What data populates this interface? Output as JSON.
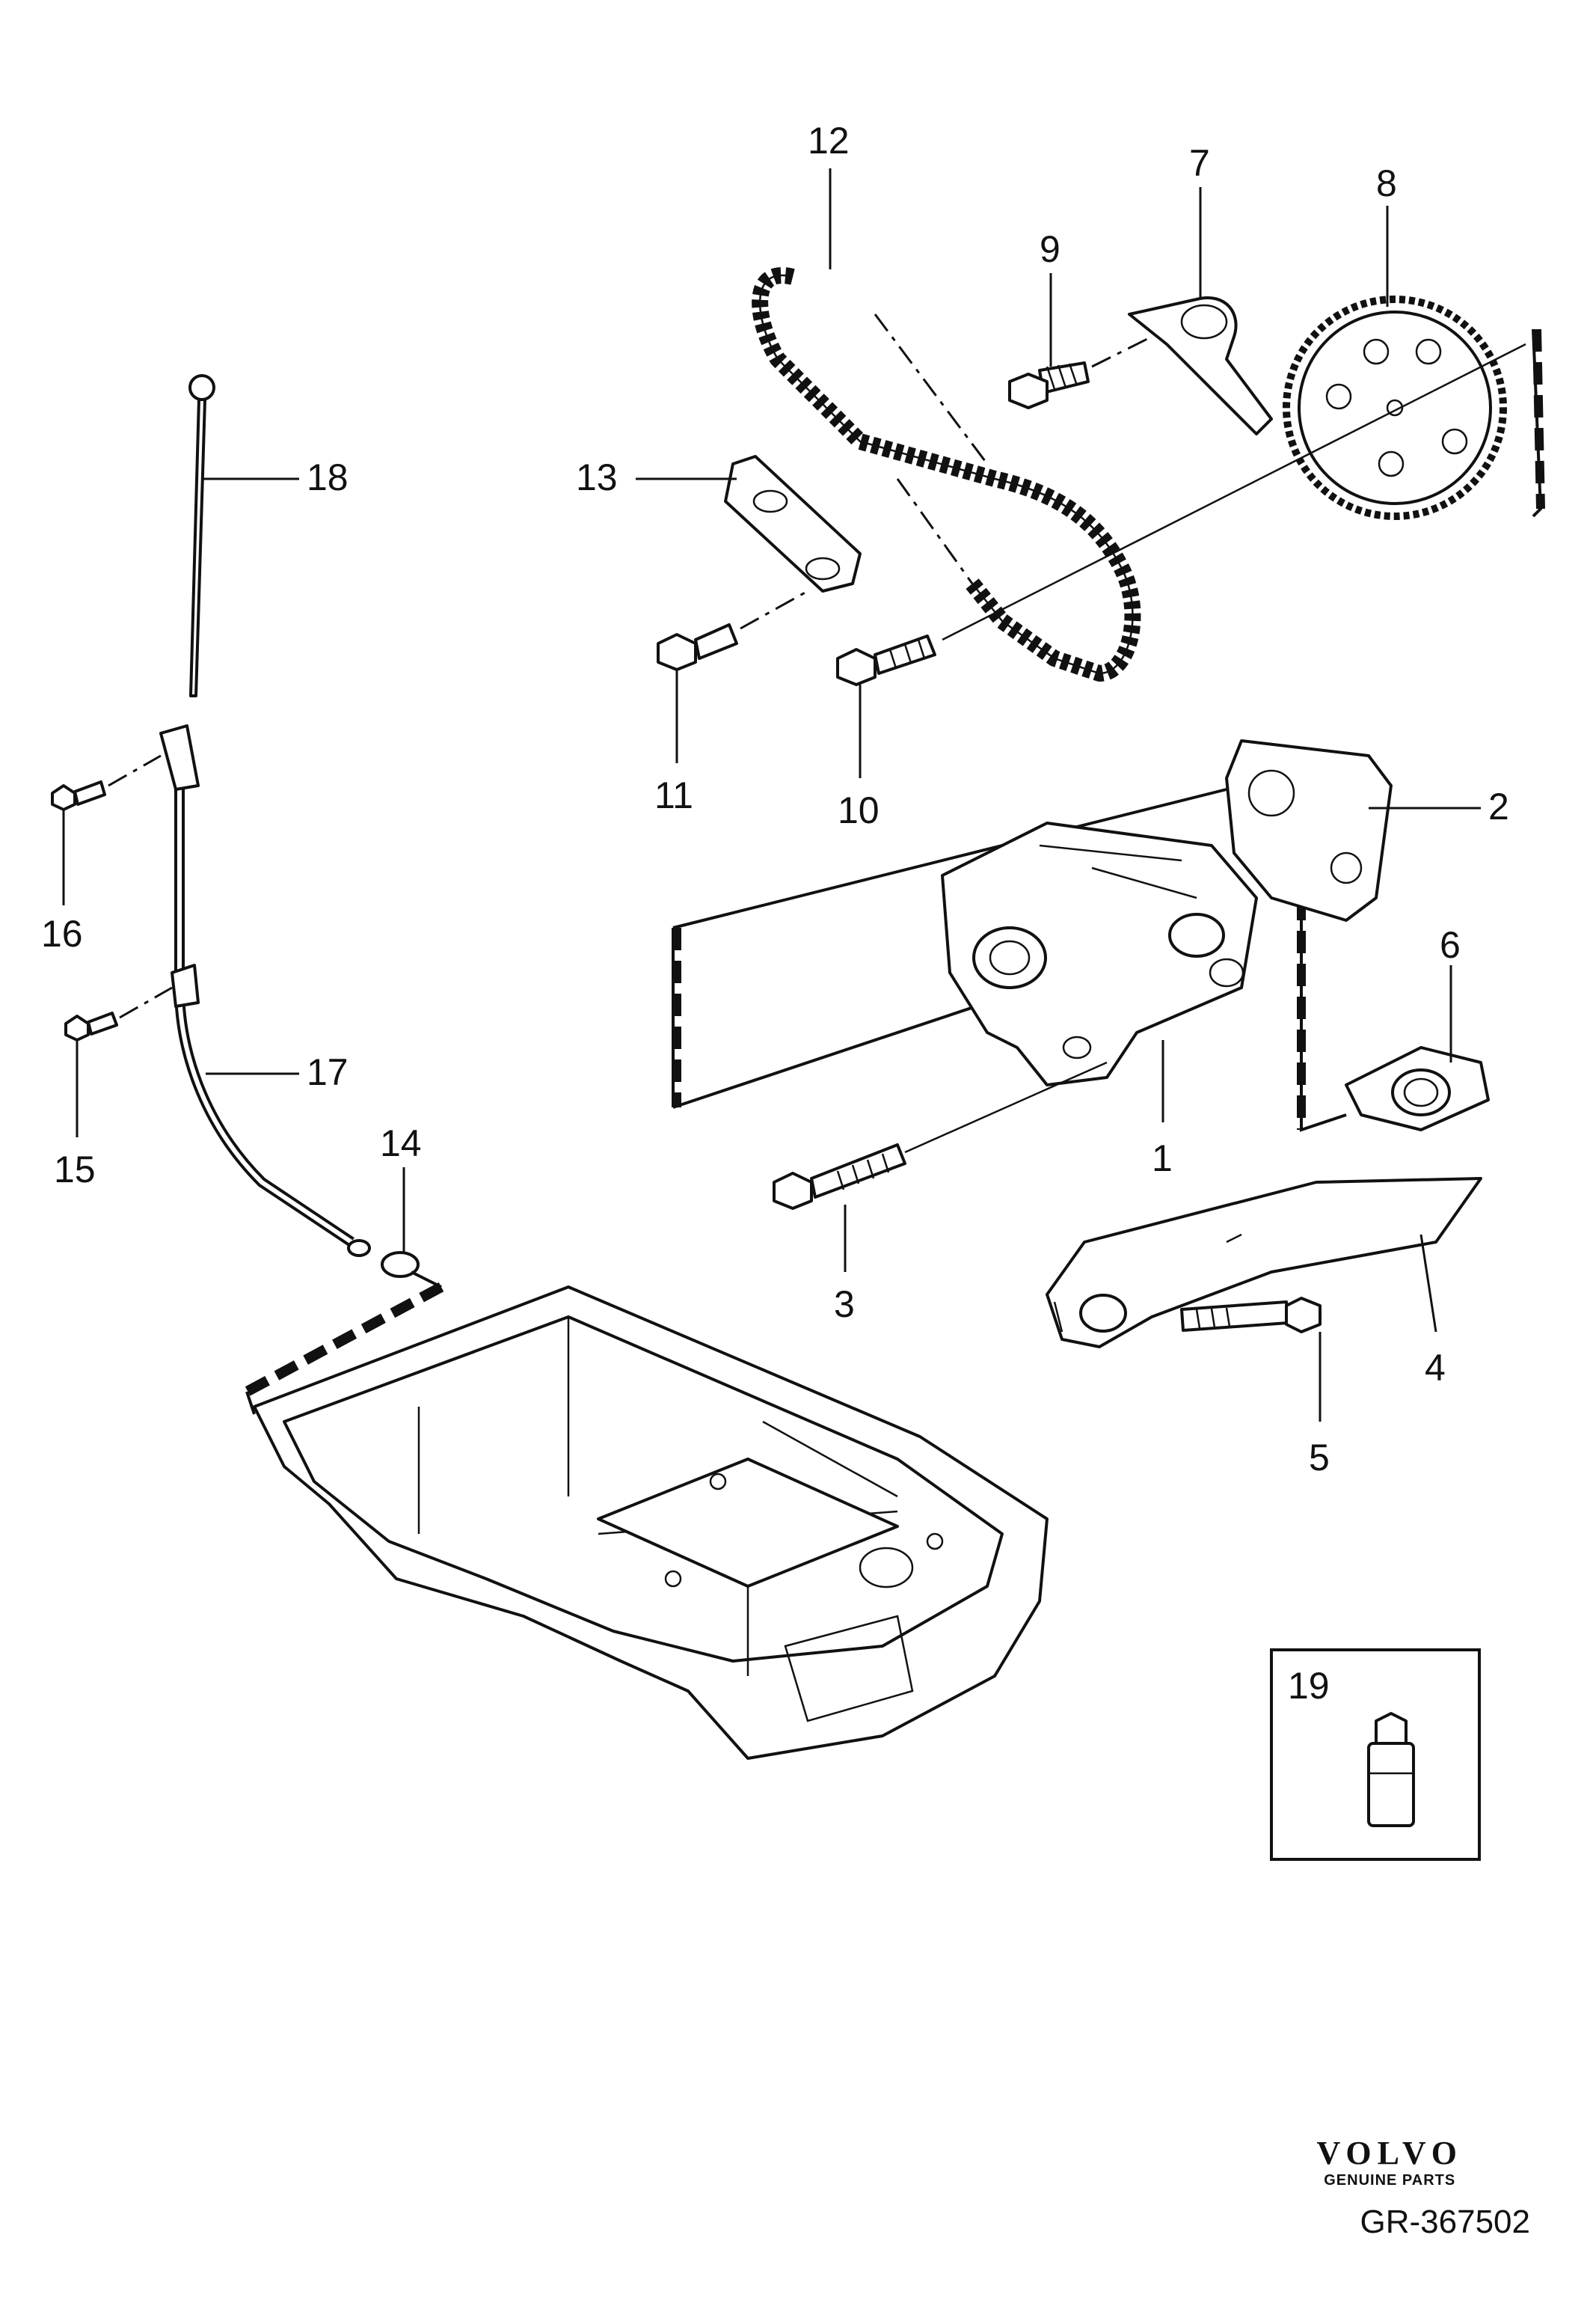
{
  "figure_id": "GR-367502",
  "brand": {
    "logo": "VOLVO",
    "tagline": "GENUINE PARTS"
  },
  "callouts": [
    {
      "id": "1",
      "label": "1"
    },
    {
      "id": "2",
      "label": "2"
    },
    {
      "id": "3",
      "label": "3"
    },
    {
      "id": "4",
      "label": "4"
    },
    {
      "id": "5",
      "label": "5"
    },
    {
      "id": "6",
      "label": "6"
    },
    {
      "id": "7",
      "label": "7"
    },
    {
      "id": "8",
      "label": "8"
    },
    {
      "id": "9",
      "label": "9"
    },
    {
      "id": "10",
      "label": "10"
    },
    {
      "id": "11",
      "label": "11"
    },
    {
      "id": "12",
      "label": "12"
    },
    {
      "id": "13",
      "label": "13"
    },
    {
      "id": "14",
      "label": "14"
    },
    {
      "id": "15",
      "label": "15"
    },
    {
      "id": "16",
      "label": "16"
    },
    {
      "id": "17",
      "label": "17"
    },
    {
      "id": "18",
      "label": "18"
    },
    {
      "id": "19",
      "label": "19"
    }
  ]
}
